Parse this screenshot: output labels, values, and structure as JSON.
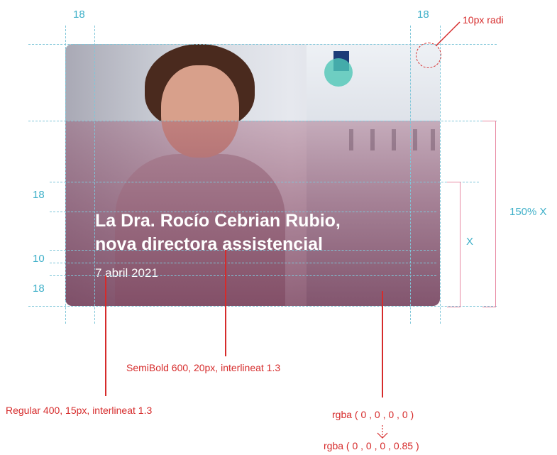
{
  "card": {
    "title_line1": "La Dra. Rocío Cebrian Rubio,",
    "title_line2": "nova directora assistencial",
    "date": "7 abril 2021"
  },
  "spacing": {
    "left_padding": "18",
    "right_padding": "18",
    "top_padding": "18",
    "title_date_gap": "10",
    "bottom_padding": "18"
  },
  "annotations": {
    "radius": "10px radi",
    "overlay_height": "150% X",
    "text_block_height": "X",
    "title_style": "SemiBold 600, 20px, interlineat 1.3",
    "date_style": "Regular 400, 15px, interlineat 1.3",
    "gradient_from": "rgba ( 0 , 0 , 0 , 0 )",
    "gradient_to": "rgba ( 0 , 0 , 0 , 0.85 )"
  },
  "colors": {
    "guide": "#7fc6d9",
    "annotation": "#d62b2b",
    "dimension": "#3fb0c9"
  }
}
